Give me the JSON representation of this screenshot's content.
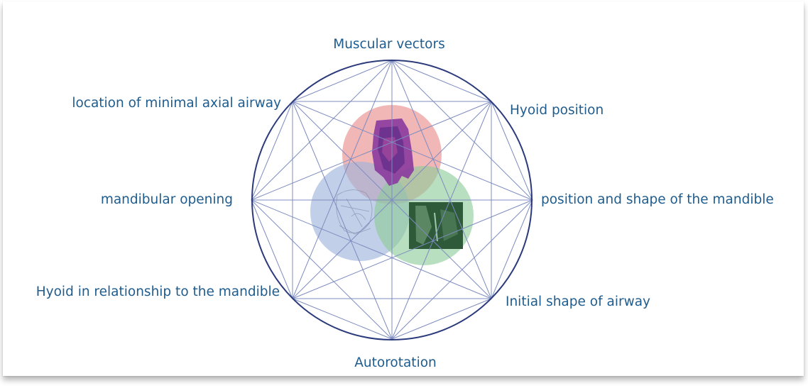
{
  "labels": {
    "top": "Muscular vectors",
    "top_right": "Hyoid position",
    "right": "position and shape of the mandible",
    "bottom_right": "Initial shape of airway",
    "bottom": "Autorotation",
    "bottom_left": "Hyoid in relationship to the mandible",
    "left": "mandibular opening",
    "top_left": "location of minimal axial airway"
  },
  "colors": {
    "label_text": "#1f5c8e",
    "outer_circle": "#2b3a7a",
    "star_lines": "#7e8cc0",
    "circle_red": "#e98b8b",
    "circle_blue": "#9db2dc",
    "circle_green": "#8dcc98"
  }
}
